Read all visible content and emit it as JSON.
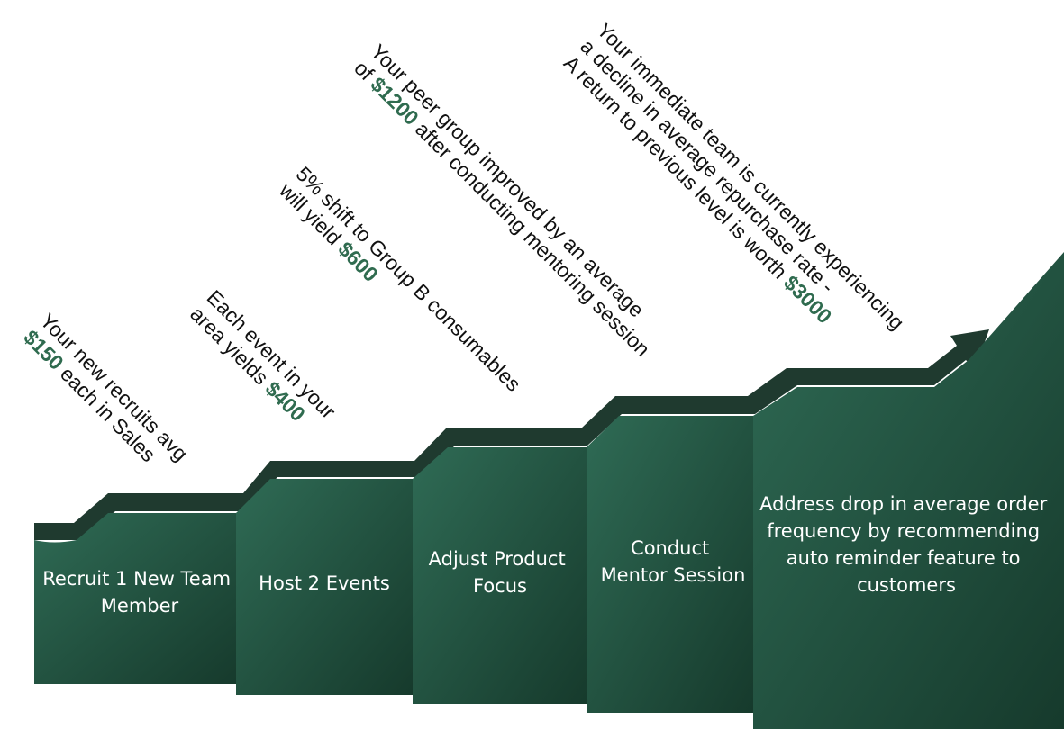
{
  "colors": {
    "block_light": "#2f6b55",
    "block_dark": "#163a2c",
    "ribbon": "#1f3a2f",
    "text_on_block": "#ffffff",
    "amount_accent": "#2f6b4f",
    "note_text": "#111111"
  },
  "steps": [
    {
      "label_lines": [
        "Recruit 1 New Team",
        "Member"
      ]
    },
    {
      "label_lines": [
        "Host 2 Events"
      ]
    },
    {
      "label_lines": [
        "Adjust Product",
        "Focus"
      ]
    },
    {
      "label_lines": [
        "Conduct",
        "Mentor Session"
      ]
    },
    {
      "label_lines": [
        "Address drop in average order",
        "frequency by recommending",
        "auto reminder feature to",
        "customers"
      ]
    }
  ],
  "notes": [
    {
      "line1": "Your new recruits avg",
      "line2_amount": "$150",
      "line2_rest": " each in Sales"
    },
    {
      "line1": "Each event in your",
      "line2_pre": "area yields ",
      "line2_amount": "$400"
    },
    {
      "line1": "5% shift to Group B consumables",
      "line2_pre": "will yield ",
      "line2_amount": "$600"
    },
    {
      "line1": "Your peer group improved by an average",
      "line2_pre": "of ",
      "line2_amount": "$1200",
      "line2_rest": " after conducting mentoring session"
    },
    {
      "line1": "Your immediate team is currently experiencing",
      "line2": "a decline in average repurchase rate -",
      "line3_pre": "A return to previous level is worth ",
      "line3_amount": "$3000"
    }
  ]
}
